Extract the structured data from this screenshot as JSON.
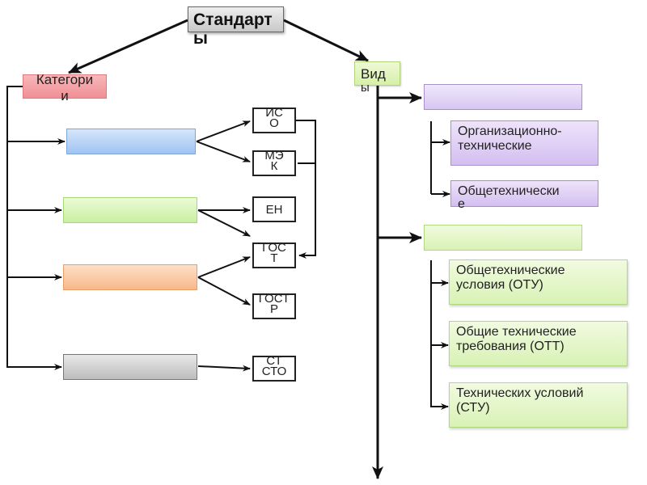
{
  "diagram": {
    "root": {
      "label_line1": "Стандарт",
      "label_line2": "ы"
    },
    "categories": {
      "label_line1": "Категори",
      "label_line2": "и",
      "groups": [
        {
          "color": "#a9c9f3",
          "label": ""
        },
        {
          "color": "#d2f2ad",
          "label": ""
        },
        {
          "color": "#f9c197",
          "label": ""
        },
        {
          "color": "#c8c8c8",
          "label": ""
        }
      ],
      "standards": [
        {
          "line1": "ИС",
          "line2": "О"
        },
        {
          "line1": "МЭ",
          "line2": "К"
        },
        {
          "line1": "ЕН",
          "line2": ""
        },
        {
          "line1": "ГОС",
          "line2": "Т"
        },
        {
          "line1": "ГОСТ",
          "line2": "Р"
        },
        {
          "line1": "СТ",
          "line2": "СТО"
        }
      ]
    },
    "kinds": {
      "label_line1": "Вид",
      "label_line2": "ы",
      "purple_group": {
        "label": "",
        "items": [
          {
            "line1": "Организационно-",
            "line2": "технические"
          },
          {
            "line1": "Общетехнически",
            "line2": "е"
          }
        ]
      },
      "green_group": {
        "label": "",
        "items": [
          {
            "line1": "Общетехнические",
            "line2": "условия (ОТУ)"
          },
          {
            "line1": "Общие технические",
            "line2": "требования (ОТТ)"
          },
          {
            "line1": "Технических условий",
            "line2": "(СТУ)"
          }
        ]
      }
    },
    "colors": {
      "line": "#111111",
      "purple": "#d7c6f0",
      "green": "#d8f2b5",
      "pink": "#f29aa0"
    }
  }
}
